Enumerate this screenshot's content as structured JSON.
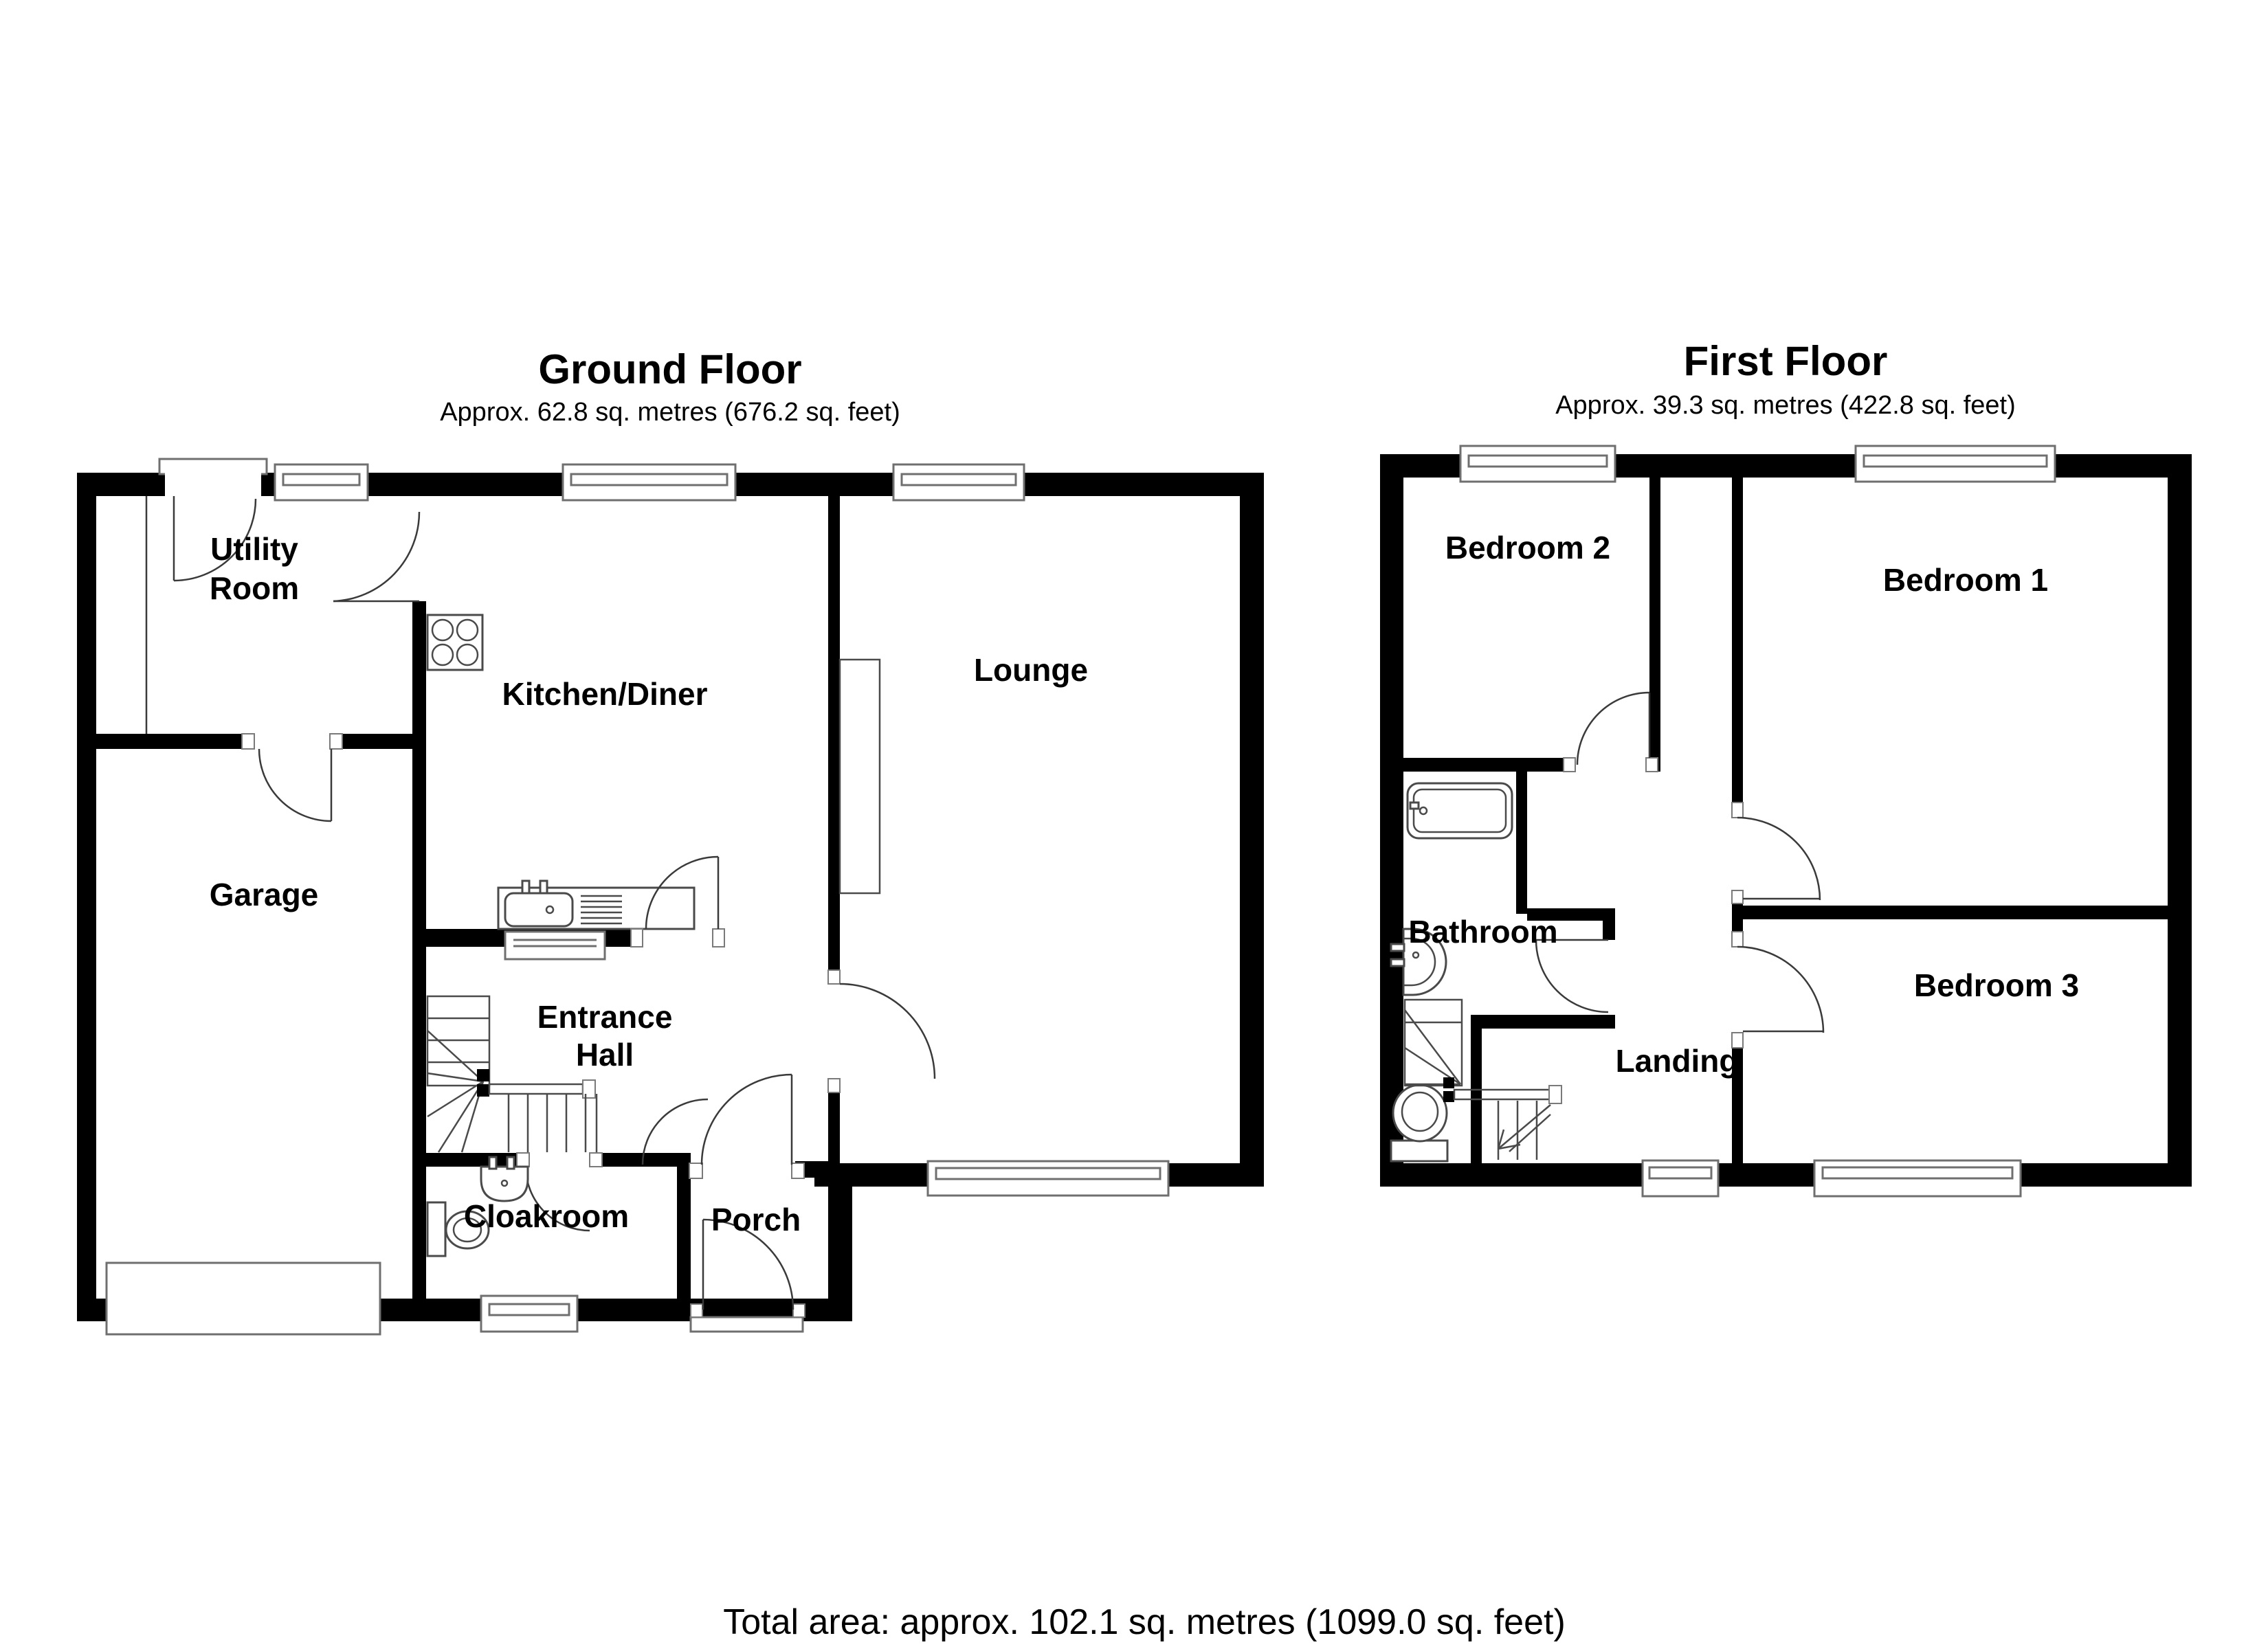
{
  "page": {
    "background": "#ffffff"
  },
  "colors": {
    "wall": "#000000",
    "detail_line": "#3a3a3a",
    "window_stroke": "#6f6f6f",
    "text": "#000000"
  },
  "footer": {
    "total_area": "Total area: approx. 102.1 sq. metres (1099.0 sq. feet)"
  },
  "floors": [
    {
      "id": "ground",
      "title": "Ground Floor",
      "subtitle": "Approx. 62.8 sq. metres (676.2 sq. feet)",
      "rooms": [
        {
          "name": "utility-room",
          "label": "Utility Room",
          "lines": [
            "Utility",
            "Room"
          ]
        },
        {
          "name": "kitchen-diner",
          "label": "Kitchen/Diner"
        },
        {
          "name": "lounge",
          "label": "Lounge"
        },
        {
          "name": "garage",
          "label": "Garage"
        },
        {
          "name": "entrance-hall",
          "label": "Entrance Hall",
          "lines": [
            "Entrance",
            "Hall"
          ]
        },
        {
          "name": "cloakroom",
          "label": "Cloakroom"
        },
        {
          "name": "porch",
          "label": "Porch"
        }
      ],
      "fixtures": [
        "stove-icon",
        "kitchen-sink-icon",
        "stairs-icon",
        "toilet-icon",
        "basin-icon",
        "garage-door-icon"
      ],
      "window_count": 5,
      "door_swing_count": 8
    },
    {
      "id": "first",
      "title": "First Floor",
      "subtitle": "Approx. 39.3 sq. metres (422.8 sq. feet)",
      "rooms": [
        {
          "name": "bedroom-2",
          "label": "Bedroom 2"
        },
        {
          "name": "bedroom-1",
          "label": "Bedroom 1"
        },
        {
          "name": "bathroom",
          "label": "Bathroom"
        },
        {
          "name": "landing",
          "label": "Landing"
        },
        {
          "name": "bedroom-3",
          "label": "Bedroom 3"
        }
      ],
      "fixtures": [
        "bathtub-icon",
        "basin-icon",
        "toilet-icon",
        "stairs-icon"
      ],
      "window_count": 4,
      "door_swing_count": 4
    }
  ]
}
